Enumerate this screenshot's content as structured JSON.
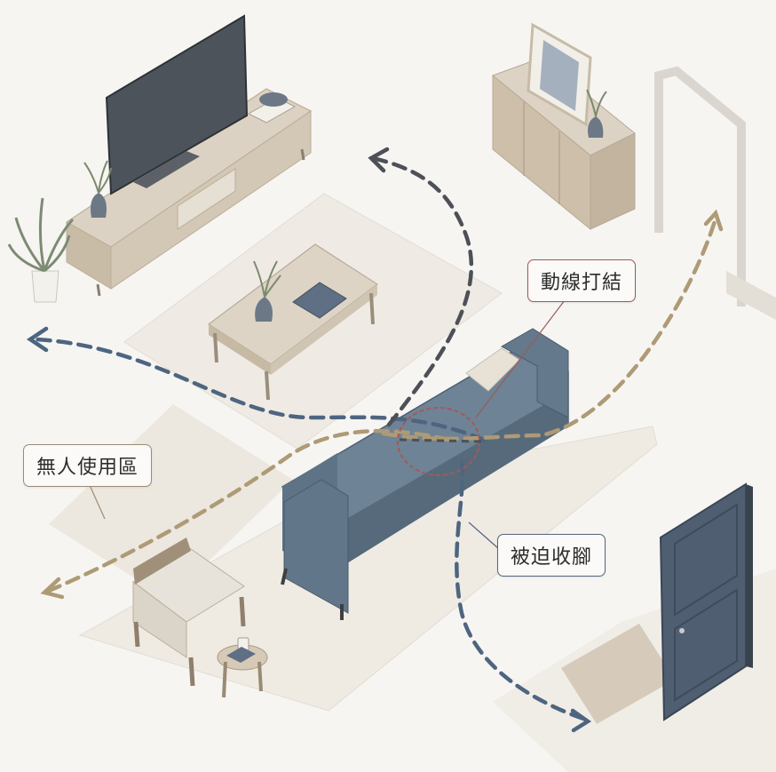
{
  "callouts": {
    "knot": "動線打結",
    "unused_zone": "無人使用區",
    "tucked_feet": "被迫收腳"
  },
  "colors": {
    "background": "#f6f5f2",
    "rug": "#efebe3",
    "sofa": "#6e8396",
    "sofa_dark": "#566a7c",
    "wood_light": "#dcd2c3",
    "wood_mid": "#c8bba6",
    "tv_screen": "#4c535b",
    "door": "#4f5e71",
    "path_blue": "#4e6580",
    "path_gray": "#4d5057",
    "path_tan": "#ae9a75",
    "knot_circle": "#a25a58"
  },
  "icons": {
    "plant": "potted-plant-icon",
    "vase": "vase-icon",
    "book": "book-icon",
    "mug": "mug-icon",
    "frame": "picture-frame-icon"
  }
}
